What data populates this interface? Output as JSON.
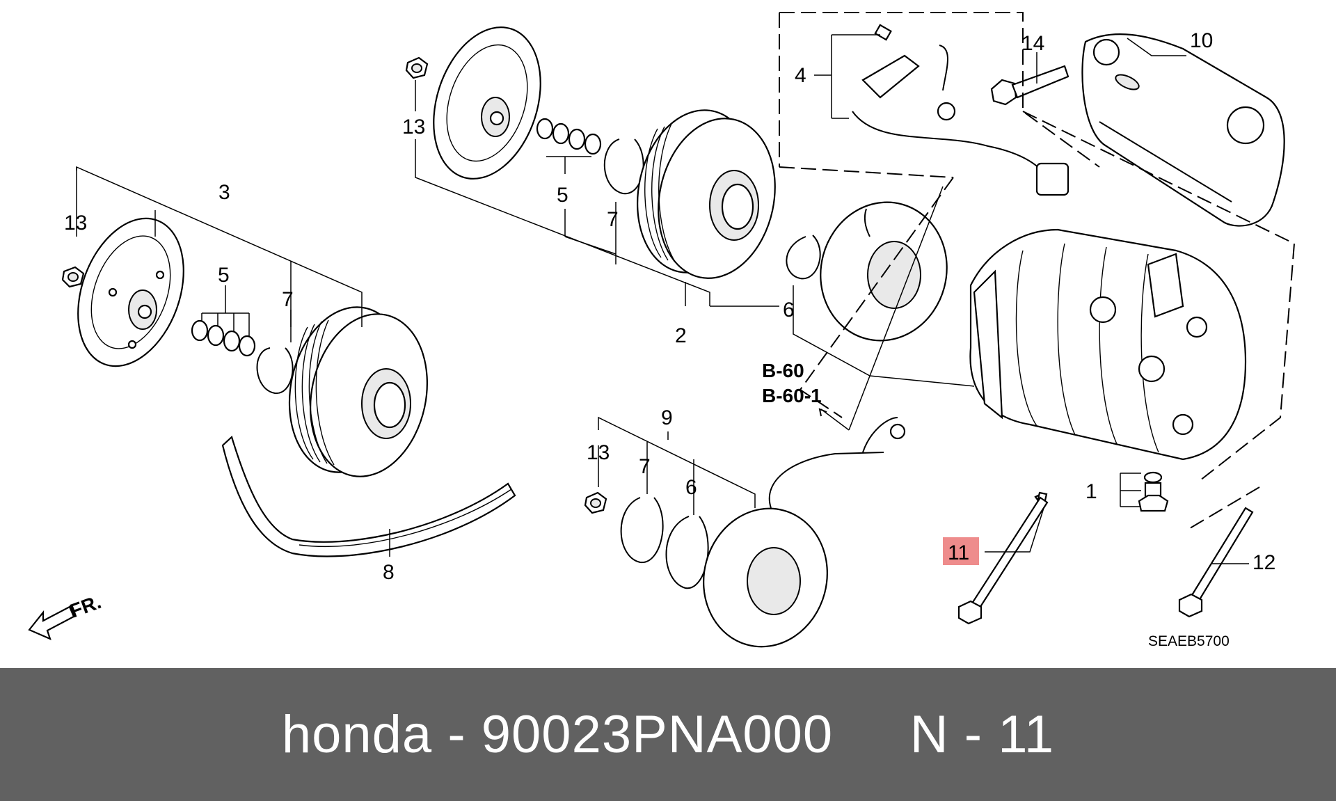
{
  "diagram": {
    "callouts": [
      "1",
      "2",
      "3",
      "4",
      "5",
      "5",
      "6",
      "6",
      "7",
      "7",
      "7",
      "8",
      "9",
      "10",
      "11",
      "12",
      "13",
      "13",
      "13",
      "14"
    ],
    "references": [
      "B-60",
      "B-60-1"
    ],
    "front_marker": "FR.",
    "drawing_code": "SEAEB5700",
    "highlighted_callout": "11",
    "highlight_color": "#ee8c8c"
  },
  "footer": {
    "brand": "honda",
    "separator": "-",
    "part_number": "90023PNA000",
    "position_prefix": "N",
    "position_number": "11",
    "background_color": "#616161",
    "text_color": "#ffffff"
  }
}
